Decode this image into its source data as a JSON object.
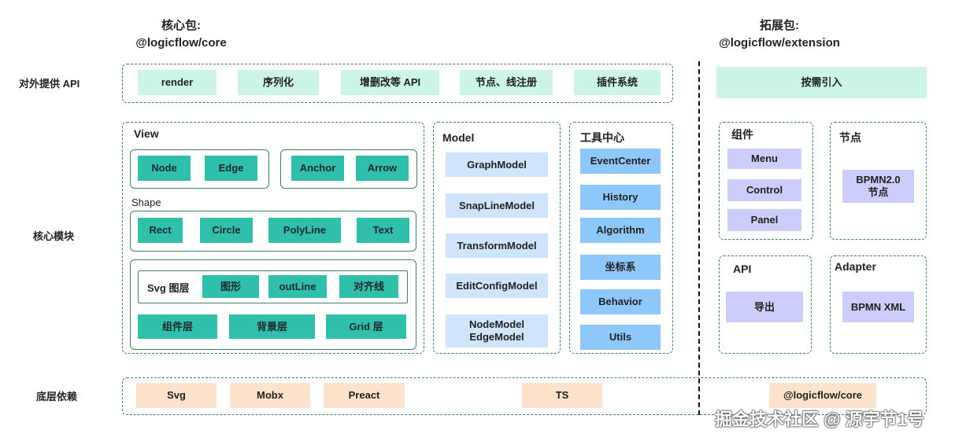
{
  "titles": {
    "core": {
      "line1": "核心包:",
      "line2": "@logicflow/core"
    },
    "extension": {
      "line1": "拓展包:",
      "line2": "@logicflow/extension"
    }
  },
  "row_labels": {
    "api": "对外提供 API",
    "core_modules": "核心模块",
    "deps": "底层依赖"
  },
  "api_row": {
    "core_items": [
      "render",
      "序列化",
      "增删改等 API",
      "节点、线注册",
      "插件系统"
    ],
    "extension_item": "按需引入"
  },
  "view": {
    "title": "View",
    "group1": [
      "Node",
      "Edge"
    ],
    "group2": [
      "Anchor",
      "Arrow"
    ],
    "shape_label": "Shape",
    "shapes": [
      "Rect",
      "Circle",
      "PolyLine",
      "Text"
    ],
    "svg_layer_label": "Svg 图层",
    "svg_layer_items": [
      "图形",
      "outLine",
      "对齐线"
    ],
    "layers": [
      "组件层",
      "背景层",
      "Grid 层"
    ]
  },
  "model": {
    "title": "Model",
    "items": [
      "GraphModel",
      "SnapLineModel",
      "TransformModel",
      "EditConfigModel",
      "NodeModel\nEdgeModel"
    ]
  },
  "tools": {
    "title": "工具中心",
    "items": [
      "EventCenter",
      "History",
      "Algorithm",
      "坐标系",
      "Behavior",
      "Utils"
    ]
  },
  "extension": {
    "components": {
      "title": "组件",
      "items": [
        "Menu",
        "Control",
        "Panel"
      ]
    },
    "nodes": {
      "title": "节点",
      "items": [
        "BPMN2.0\n节点"
      ]
    },
    "api": {
      "title": "API",
      "items": [
        "导出"
      ]
    },
    "adapter": {
      "title": "Adapter",
      "items": [
        "BPMN XML"
      ]
    }
  },
  "deps_row": {
    "core_items": [
      "Svg",
      "Mobx",
      "Preact",
      "TS"
    ],
    "extension_item": "@logicflow/core"
  },
  "watermark": "掘金技术社区 @ 源宇节1号",
  "colors": {
    "teal": "#2fbfaa",
    "mint": "#cdf5e5",
    "light_blue": "#cfe5fb",
    "blue": "#8ec8fb",
    "lavender": "#cdcdfb",
    "peach": "#fde3cc",
    "border": "#3f7d6d"
  }
}
